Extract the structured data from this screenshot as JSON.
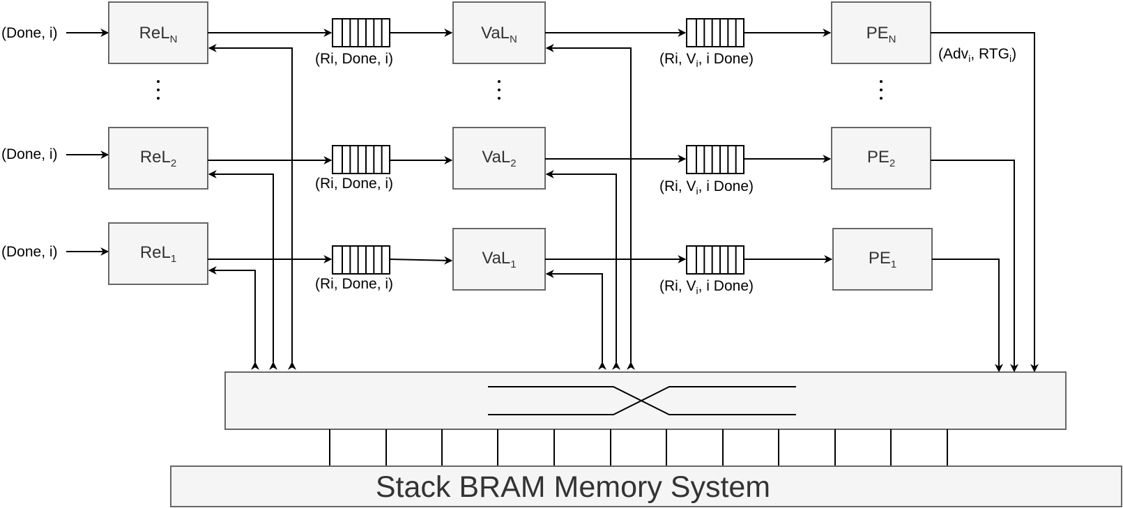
{
  "diagram": {
    "inputs": {
      "top": "(Done, i)",
      "mid": "(Done, i)",
      "bot": "(Done, i)"
    },
    "rel": {
      "n": {
        "base": "ReL",
        "sub": "N"
      },
      "two": {
        "base": "ReL",
        "sub": "2"
      },
      "one": {
        "base": "ReL",
        "sub": "1"
      }
    },
    "val": {
      "n": {
        "base": "VaL",
        "sub": "N"
      },
      "two": {
        "base": "VaL",
        "sub": "2"
      },
      "one": {
        "base": "VaL",
        "sub": "1"
      }
    },
    "pe": {
      "n": {
        "base": "PE",
        "sub": "N"
      },
      "two": {
        "base": "PE",
        "sub": "2"
      },
      "one": {
        "base": "PE",
        "sub": "1"
      }
    },
    "queue_labels_rel_val": "(Ri, Done, i)",
    "queue_labels_val_pe": {
      "pre": "(Ri, V",
      "sub": "i",
      "post": ", i Done)"
    },
    "pe_out": {
      "pre": "(Adv",
      "sub": "i",
      "mid": ", RTG",
      "sub2": "i",
      "post": ")"
    },
    "memory_label": "Stack BRAM Memory System"
  }
}
